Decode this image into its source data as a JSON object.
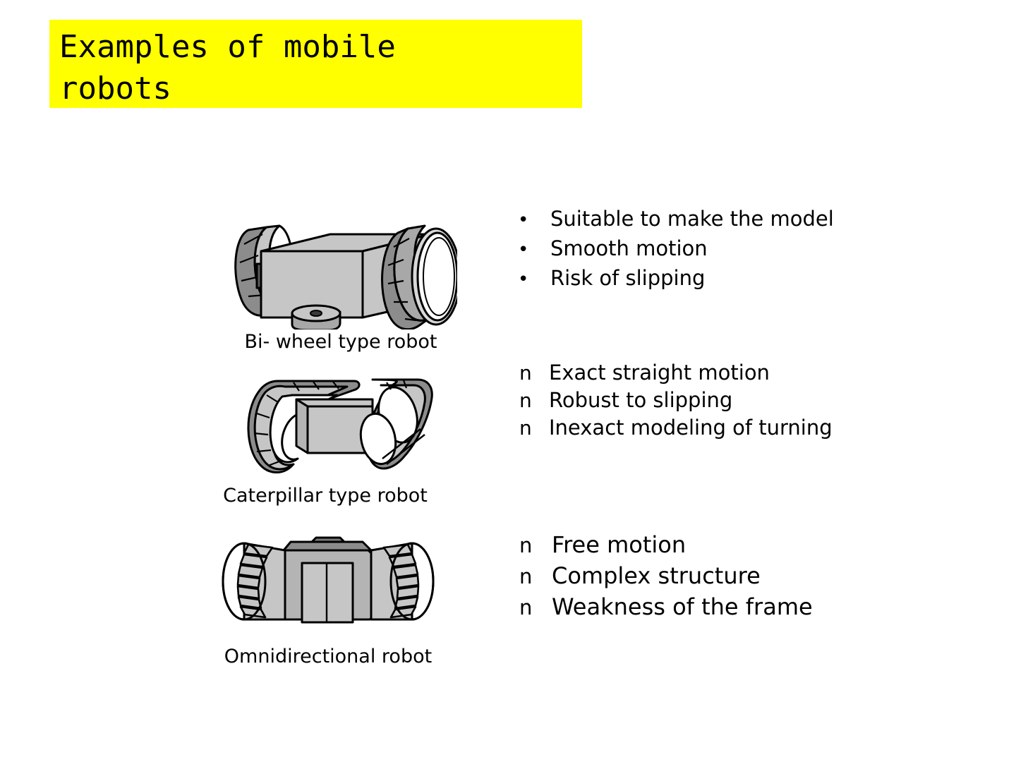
{
  "slide": {
    "title": "Examples of mobile\nrobots",
    "title_background": "#ffff00",
    "background": "#ffffff",
    "body_text_color": "#000000"
  },
  "figures": [
    {
      "id": "biwheel",
      "icon": "bi-wheel-robot-illustration",
      "caption": "Bi- wheel type robot"
    },
    {
      "id": "caterpillar",
      "icon": "caterpillar-robot-illustration",
      "caption": "Caterpillar type robot"
    },
    {
      "id": "omni",
      "icon": "omnidirectional-robot-illustration",
      "caption": "Omnidirectional robot"
    }
  ],
  "bullet_groups": [
    {
      "id": "biwheel",
      "marker": "•",
      "items": [
        "Suitable to make the model",
        "Smooth motion",
        "Risk of slipping"
      ]
    },
    {
      "id": "caterpillar",
      "marker": "n",
      "items": [
        "Exact straight motion",
        "Robust to slipping",
        "Inexact modeling of turning"
      ]
    },
    {
      "id": "omni",
      "marker": "n",
      "items": [
        "Free motion",
        "Complex structure",
        "Weakness of the frame"
      ]
    }
  ],
  "palette": {
    "body_gray": "#c6c6c6",
    "tread_dark_gray": "#8c8c8c",
    "tread_mid_gray": "#a8a8a8",
    "outline": "#000000",
    "highlight": "#ffffff"
  }
}
